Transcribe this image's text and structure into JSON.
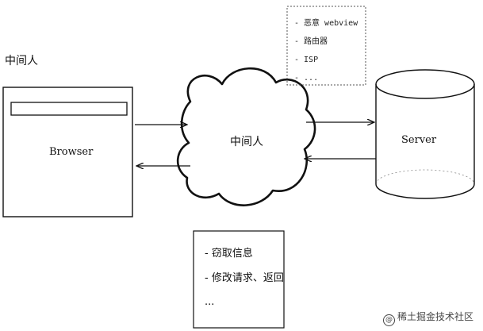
{
  "title": "中间人",
  "browser_label": "Browser",
  "middleman_label": "中间人",
  "server_label": "Server",
  "top_notes": [
    "- 恶意 webview",
    "- 路由器",
    "- ISP",
    "- ..."
  ],
  "bottom_notes": [
    "- 窃取信息",
    "- 修改请求、返回",
    "..."
  ],
  "watermark": {
    "icon_symbol": "@",
    "text": "稀土掘金技术社区"
  }
}
